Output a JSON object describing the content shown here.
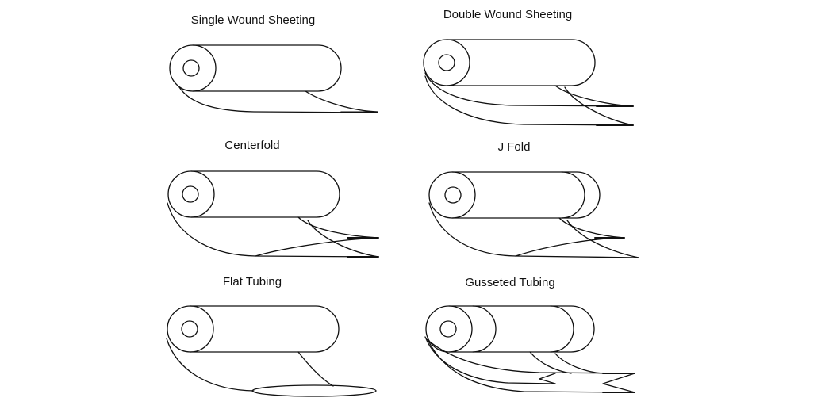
{
  "diagrams": [
    {
      "id": "single-wound-sheeting",
      "label": "Single Wound Sheeting"
    },
    {
      "id": "double-wound-sheeting",
      "label": "Double Wound Sheeting"
    },
    {
      "id": "centerfold",
      "label": "Centerfold"
    },
    {
      "id": "j-fold",
      "label": "J Fold"
    },
    {
      "id": "flat-tubing",
      "label": "Flat Tubing"
    },
    {
      "id": "gusseted-tubing",
      "label": "Gusseted Tubing"
    }
  ]
}
